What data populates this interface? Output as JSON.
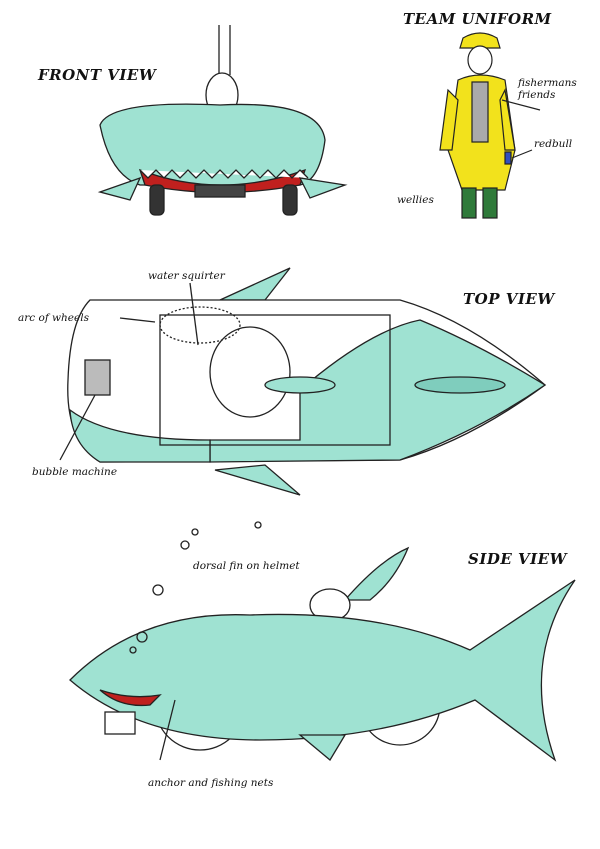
{
  "titles": {
    "front_view": "FRONT VIEW",
    "team_uniform": "TEAM UNIFORM",
    "top_view": "TOP VIEW",
    "side_view": "SIDE VIEW"
  },
  "labels": {
    "fishermans_friends": "fishermans\nfriends",
    "fishermans_1": "fishermans",
    "fishermans_2": "friends",
    "redbull": "redbull",
    "wellies": "wellies",
    "water_squirter": "water squirter",
    "arc_of_wheels": "arc of wheels",
    "bubble_machine": "bubble machine",
    "dorsal_fin": "dorsal fin on helmet",
    "anchor_nets": "anchor and fishing nets"
  },
  "colors": {
    "fish_body": "#9fe2d2",
    "fish_line": "#2a5a52",
    "mouth": "#c0201e",
    "coat": "#f2e21c",
    "boots": "#2f7a3a"
  }
}
